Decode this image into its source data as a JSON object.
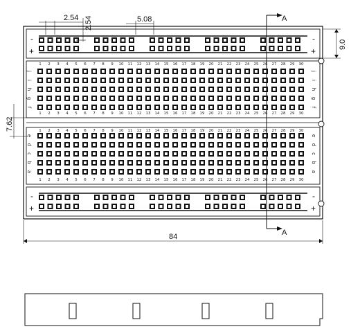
{
  "dimensions": {
    "pitch": "2.54",
    "pitch_vertical": "2.54",
    "group_spacing": "5.08",
    "rail_height": "9.0",
    "gap": "7.62",
    "total_width": "84"
  },
  "section_marker": "A",
  "rails": {
    "top": {
      "upper_sign": "-",
      "lower_sign": "+"
    },
    "bottom": {
      "upper_sign": "-",
      "lower_sign": "+"
    }
  },
  "terminal": {
    "columns": 30,
    "upper_rows": [
      "j",
      "i",
      "h",
      "g",
      "f"
    ],
    "lower_rows": [
      "e",
      "d",
      "c",
      "b",
      "a"
    ]
  },
  "colors": {
    "ink": "#111111",
    "paper": "#ffffff"
  }
}
